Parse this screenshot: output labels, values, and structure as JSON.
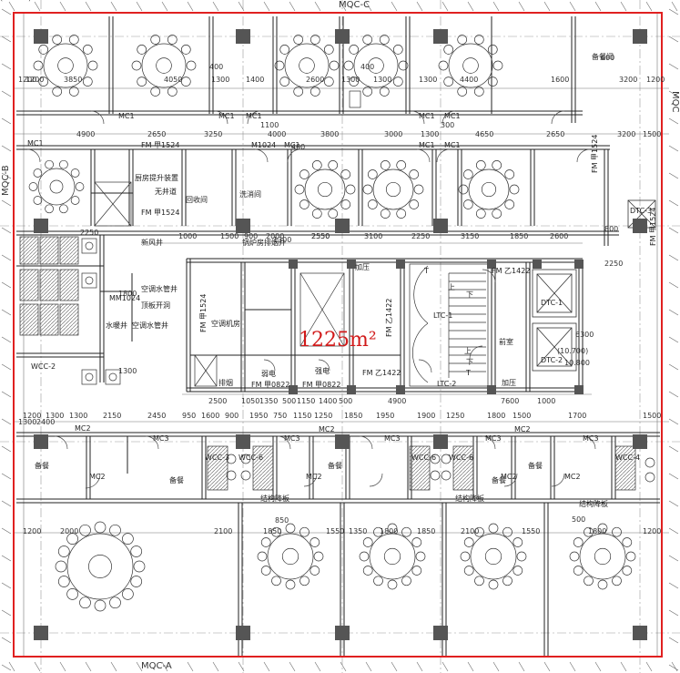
{
  "colors": {
    "boundary": "#e02020",
    "wall": "#222222",
    "thin": "#555555",
    "column": "#555555",
    "hatch": "#777777",
    "grid": "#9a9a9a",
    "area_text": "#d11a1a"
  },
  "area_label": "1225m²",
  "axis_labels": {
    "top": "MQC-C",
    "bottom": "MQC-A",
    "left": "MQC-B",
    "right": "MQC"
  },
  "dims": {
    "row1": [
      "1200",
      "3850",
      "4050",
      "1300",
      "1400",
      "2600",
      "1300",
      "1300",
      "1300",
      "4400",
      "1600",
      "3200",
      "1200"
    ],
    "row2": [
      "4900",
      "2650",
      "3250",
      "4000",
      "3800",
      "3000",
      "1300",
      "4650",
      "2650",
      "3200",
      "1500"
    ],
    "row3": [
      "1000",
      "1500",
      "900",
      "2000",
      "2550",
      "3100",
      "2250",
      "3150",
      "1850",
      "2600"
    ],
    "row4": [
      "2500",
      "1050",
      "1350",
      "500",
      "1150",
      "1400",
      "500",
      "4900",
      "7600",
      "1000"
    ],
    "row5": [
      "1200",
      "1300",
      "1300",
      "2150",
      "2450",
      "950",
      "1600",
      "900",
      "1950",
      "750",
      "1150",
      "1250",
      "1850",
      "1950",
      "1900",
      "1250",
      "1800",
      "1500",
      "1700",
      "1500"
    ],
    "row6": [
      "1200",
      "2000",
      "2100",
      "1850",
      "1550",
      "1350",
      "1800",
      "1850",
      "2100",
      "1550",
      "1800",
      "1200"
    ],
    "misc": [
      "400",
      "300",
      "1100",
      "400",
      "1200",
      "1800",
      "1300",
      "2400",
      "2250",
      "2250",
      "2550",
      "800",
      "1300",
      "1300",
      "850",
      "500",
      "400",
      "600",
      "(10.700)",
      "10.800",
      "6300"
    ]
  },
  "rooms": {
    "kitchen_lift": "厨房提升装置",
    "dumbwaiter": "无井道",
    "recycle": "回收间",
    "dishwash": "洗消间",
    "fresh_air": "新风井",
    "boiler": "锅炉房排烟井",
    "ac_well_1": "空调水管井",
    "smoke_exhaust": "顶板开洞",
    "ac_well_2": "空调水管井",
    "water_well": "水暖井",
    "ac_room": "空调机房",
    "exhaust": "排烟",
    "weak_elec": "弱电",
    "strong_elec": "强电",
    "pressurize_1": "加压",
    "pressurize_2": "加压",
    "front_room": "前室",
    "pantry": "备餐间",
    "prep_1": "备餐",
    "prep_2": "备餐",
    "prep_3": "备餐",
    "prep_4": "备餐",
    "prep_5": "备餐",
    "struct_1": "结构降板",
    "struct_2": "结构降板",
    "struct_3": "结构降板"
  },
  "tags": {
    "mc1": "MC1",
    "mc2": "MC2",
    "mc3": "MC3",
    "fm_a": "FM 甲1524",
    "fm_b": "FM 甲1524",
    "fm_c": "FM 甲1524",
    "fm_d": "FM 甲1524",
    "fm_e": "FM 乙1422",
    "fm_f": "FM 乙1422",
    "fm_g": "FM 乙1422",
    "fm_h": "FM 甲0822",
    "fm_i": "FM 甲0822",
    "fm_j": "FM 甲1524",
    "m1024": "M1024",
    "mm1024": "MM1024",
    "ltc1": "LTC-1",
    "ltc2": "LTC-2",
    "dtc1": "DTC-1",
    "dtc2": "DTC-2",
    "dtc3": "DTC-3",
    "wcc2": "WCC-2",
    "wcc3": "WCC-3",
    "wcc6": "WCC-6",
    "wcc4": "WCC-4",
    "up": "上",
    "down": "下",
    "t": "T"
  }
}
